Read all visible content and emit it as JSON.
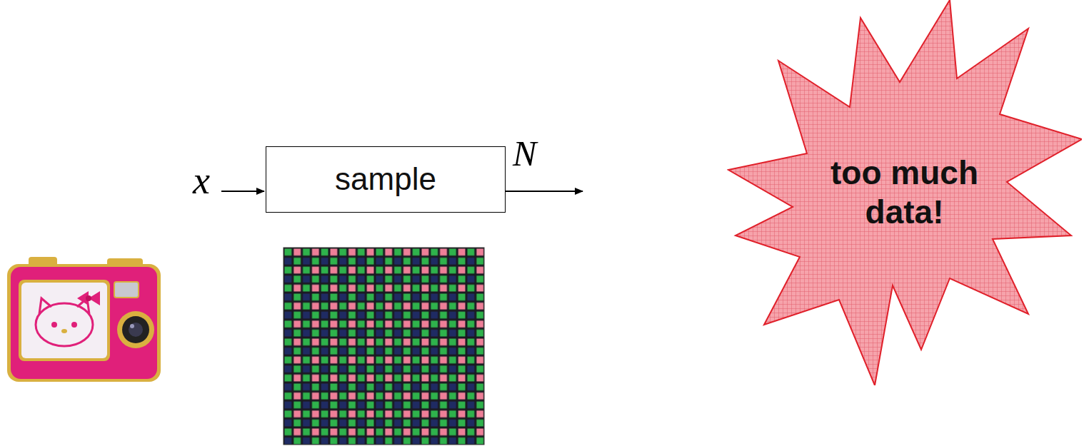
{
  "diagram": {
    "nodes": [
      {
        "text": [
          "sample"
        ]
      },
      {
        "text": [
          "too much data!"
        ]
      }
    ],
    "labels": [
      "x",
      "N"
    ]
  }
}
